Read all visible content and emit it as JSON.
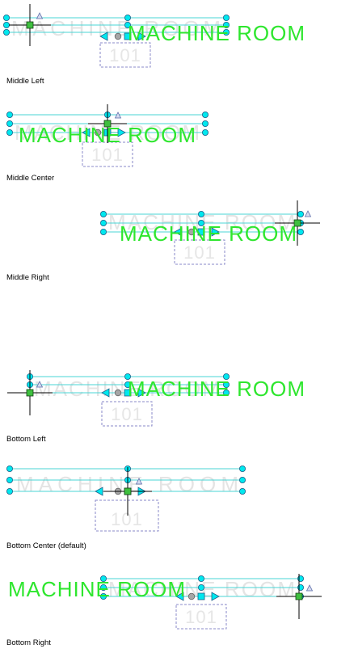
{
  "tag_text": "MACHINE  ROOM",
  "room_number": "101",
  "colors": {
    "tag_text": "#2ee62e",
    "ghost_text": "#e4e4e4",
    "grip": "#00e8ee",
    "insertion_point": "#3fbf3f",
    "bounding_line": "#49d6d6"
  },
  "panels": [
    {
      "caption": "Middle Left"
    },
    {
      "caption": "Middle Center"
    },
    {
      "caption": "Middle Right"
    },
    {
      "caption": "Bottom Left"
    },
    {
      "caption": "Bottom Center (default)"
    },
    {
      "caption": "Bottom Right"
    }
  ]
}
